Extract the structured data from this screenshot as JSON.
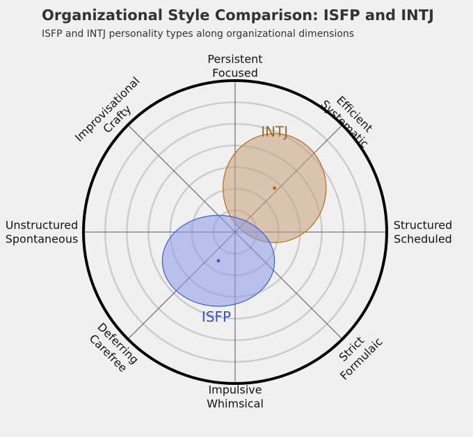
{
  "title": "Organizational Style Comparison: ISFP and INTJ",
  "subtitle": "ISFP and INTJ personality types along organizational dimensions",
  "chart_data": {
    "type": "scatter",
    "title": "Organizational Style Comparison: ISFP and INTJ",
    "subtitle": "ISFP and INTJ personality types along organizational dimensions",
    "axes": [
      {
        "name": "top",
        "lines": [
          "Persistent",
          "Focused"
        ]
      },
      {
        "name": "top-right",
        "lines": [
          "Efficient",
          "Systematic"
        ]
      },
      {
        "name": "right",
        "lines": [
          "Structured",
          "Scheduled"
        ]
      },
      {
        "name": "bottom-right",
        "lines": [
          "Strict",
          "Formulaic"
        ]
      },
      {
        "name": "bottom",
        "lines": [
          "Impulsive",
          "Whimsical"
        ]
      },
      {
        "name": "bottom-left",
        "lines": [
          "Deferring",
          "Carefree"
        ]
      },
      {
        "name": "left",
        "lines": [
          "Unstructured",
          "Spontaneous"
        ]
      },
      {
        "name": "top-left",
        "lines": [
          "Improvisational",
          "Crafty"
        ]
      }
    ],
    "xlim": [
      -1,
      1
    ],
    "ylim": [
      -1,
      1
    ],
    "rings": 6,
    "series": [
      {
        "name": "INTJ",
        "x": 0.26,
        "y": 0.29,
        "rx": 0.68,
        "ry": 0.72,
        "color": "#c9a07a",
        "edge": "#b06a1a",
        "label_color": "#9a6a2a"
      },
      {
        "name": "ISFP",
        "x": -0.11,
        "y": -0.19,
        "rx": 0.74,
        "ry": 0.6,
        "color": "#8c9be6",
        "edge": "#3a5bd9",
        "label_color": "#3a4fc8"
      }
    ]
  }
}
